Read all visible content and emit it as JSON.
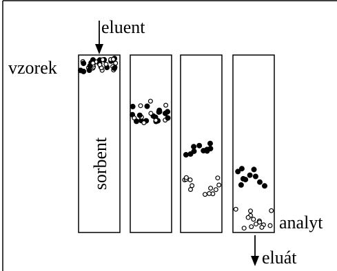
{
  "labels": {
    "eluent": "eluent",
    "sample": "vzorek",
    "sorbent": "sorbent",
    "analyte": "analyt",
    "eluate": "eluát"
  },
  "columns": [
    {
      "stage": 1,
      "bands": [
        "mixed"
      ]
    },
    {
      "stage": 2,
      "bands": [
        "mixed"
      ]
    },
    {
      "stage": 3,
      "bands": [
        "filled",
        "open"
      ]
    },
    {
      "stage": 4,
      "bands": [
        "filled",
        "open"
      ]
    }
  ],
  "colors": {
    "ink": "#000000",
    "background": "#ffffff"
  }
}
